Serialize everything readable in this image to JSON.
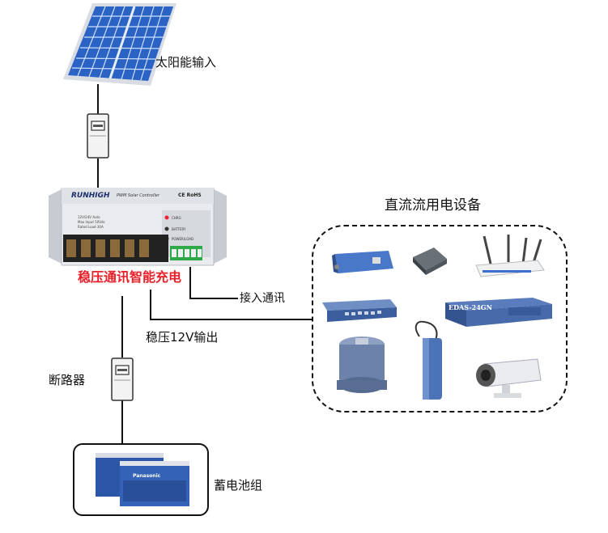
{
  "labels": {
    "solar_input": "太阳能输入",
    "dc_devices": "直流流用电设备",
    "charging": "稳压通讯智能充电",
    "comm_access": "接入通讯",
    "output_12v": "稳压12V输出",
    "breaker": "断路器",
    "battery_bank": "蓄电池组"
  },
  "controller": {
    "brand": "RUNHIGH",
    "model": "PWM Solar Controller",
    "cert": "CE RoHS",
    "spec_lines": [
      "12V/24V Auto",
      "Max Input 50Vdc",
      "Rated Load 30A"
    ],
    "indicators": [
      "CHRG",
      "BATTERY",
      "POWER/LOAD"
    ]
  },
  "devices": {
    "switch_brand": "EDAS-24GN",
    "battery_brand": "Panasonic"
  }
}
